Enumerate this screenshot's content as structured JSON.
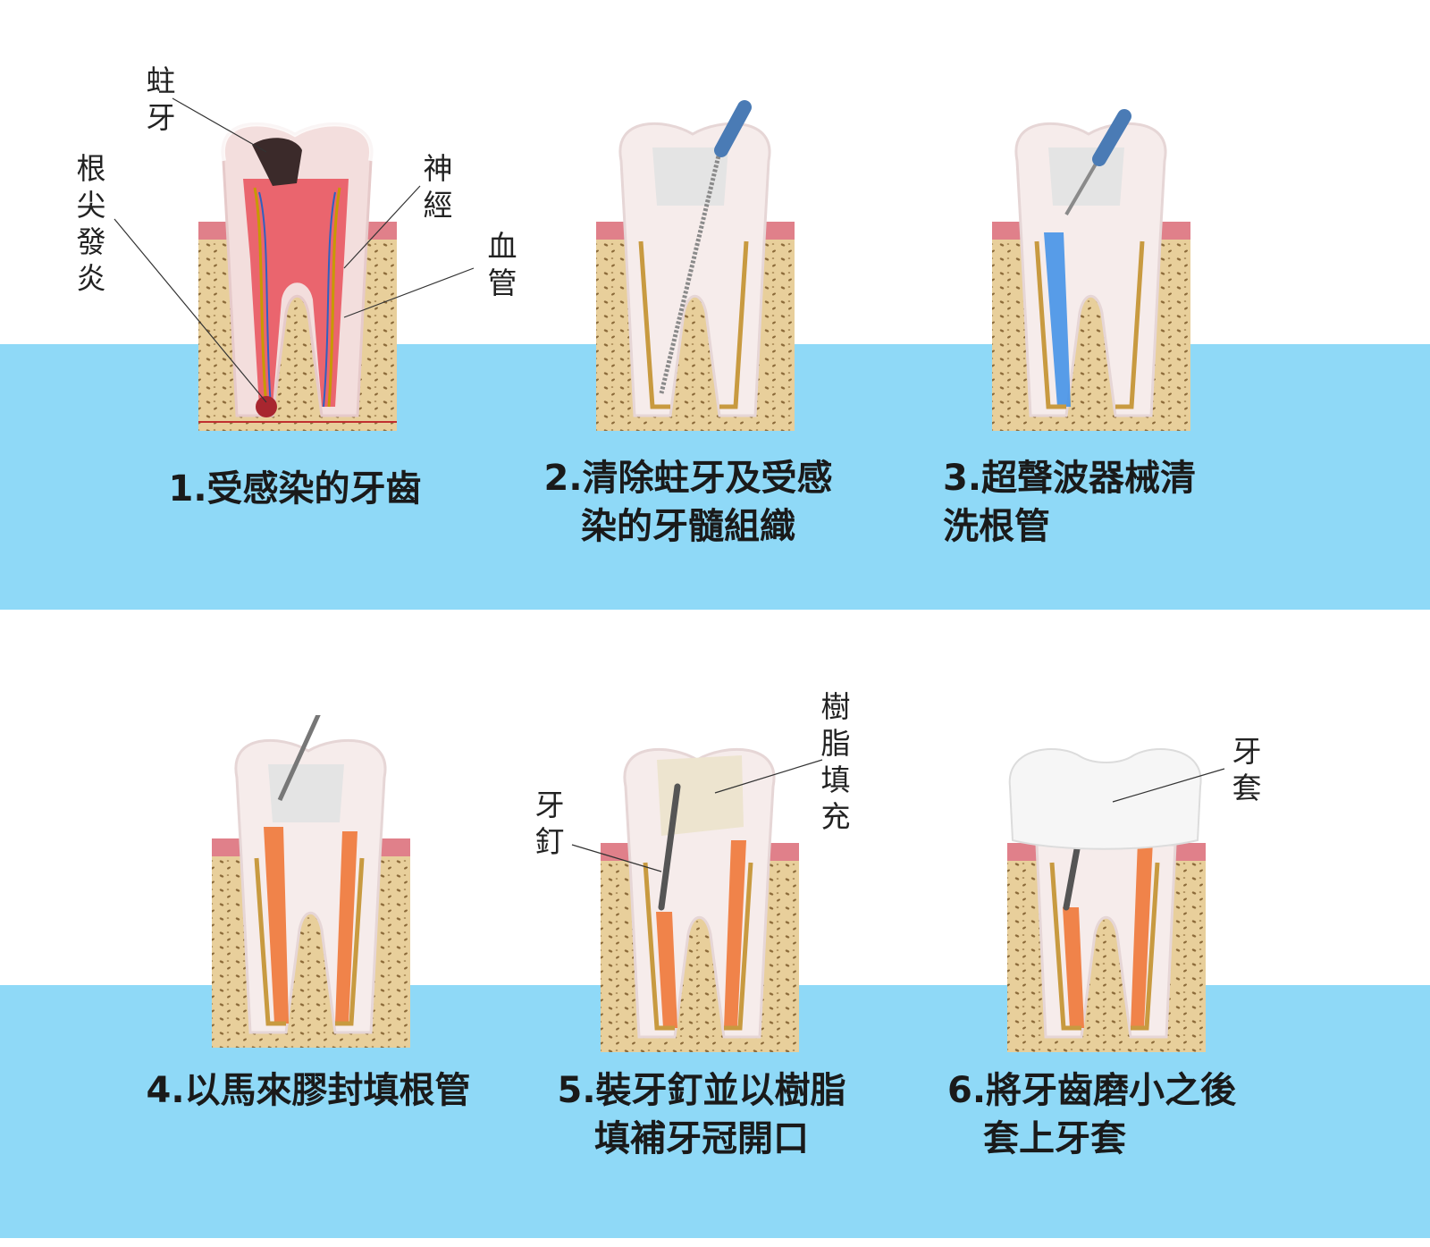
{
  "colors": {
    "band": "#8fd9f7",
    "bone": "#e8cf9b",
    "gum": "#e0808a",
    "pulp_red": "#e8505a",
    "gutta_orange": "#f07838",
    "rinse_blue": "#3b8ee8",
    "crown_white": "#f6f6f6"
  },
  "steps": [
    {
      "id": "step1",
      "caption_lines": [
        "1.受感染的牙齒"
      ],
      "callouts": [
        {
          "id": "caries",
          "text": "蛀牙"
        },
        {
          "id": "apical",
          "text": "根尖發炎"
        },
        {
          "id": "nerve",
          "text": "神經"
        },
        {
          "id": "vessel",
          "text": "血管"
        }
      ]
    },
    {
      "id": "step2",
      "caption_lines": [
        "2.清除蛀牙及受感",
        "染的牙髓組織"
      ],
      "callouts": []
    },
    {
      "id": "step3",
      "caption_lines": [
        "3.超聲波器械清",
        "洗根管"
      ],
      "callouts": []
    },
    {
      "id": "step4",
      "caption_lines": [
        "4.以馬來膠封填根管"
      ],
      "callouts": []
    },
    {
      "id": "step5",
      "caption_lines": [
        "5.裝牙釘並以樹脂",
        "填補牙冠開口"
      ],
      "callouts": [
        {
          "id": "resin",
          "text": "樹脂填充"
        },
        {
          "id": "post",
          "text": "牙釘"
        }
      ]
    },
    {
      "id": "step6",
      "caption_lines": [
        "6.將牙齒磨小之後",
        "套上牙套"
      ],
      "callouts": [
        {
          "id": "crown",
          "text": "牙套"
        }
      ]
    }
  ]
}
